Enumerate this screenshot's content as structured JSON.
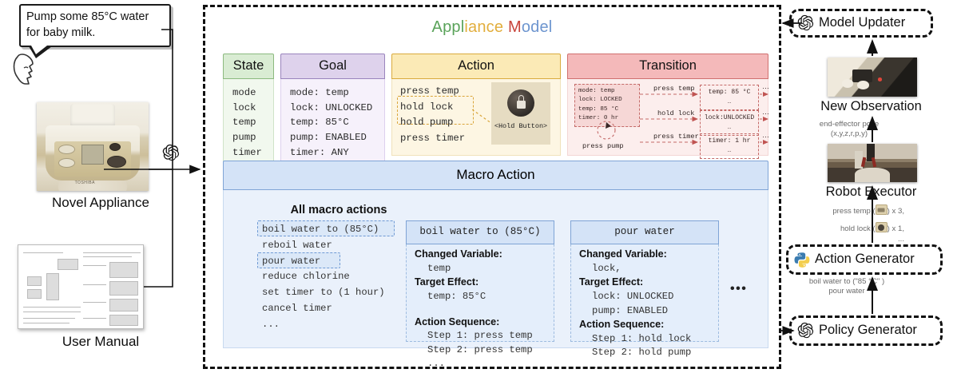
{
  "left": {
    "speech_bubble": "Pump some 85°C water for baby milk.",
    "appliance_caption": "Novel Appliance",
    "manual_caption": "User Manual",
    "appliance_brand": "TOSHIBA"
  },
  "center": {
    "title_parts": {
      "p1": "Appl",
      "p2": "iance",
      "p3": " M",
      "p4": "odel"
    },
    "title_colors": {
      "green": "#5aa35a",
      "yellow": "#e2ae3d",
      "red": "#c8453c",
      "blue": "#6d95cf"
    },
    "state": {
      "header": "State",
      "items": [
        "mode",
        "lock",
        "temp",
        "pump",
        "timer"
      ]
    },
    "goal": {
      "header": "Goal",
      "items": [
        "mode: temp",
        "lock: UNLOCKED",
        "temp: 85°C",
        "pump: ENABLED",
        "timer: ANY"
      ]
    },
    "action": {
      "header": "Action",
      "items": [
        "press temp",
        "hold lock",
        "hold pump",
        "press timer"
      ],
      "thumb_label": "<Hold Button>"
    },
    "transition": {
      "header": "Transition",
      "pre_state": [
        "mode: temp",
        "lock: LOCKED",
        "temp: 85 °C",
        "timer: 0 hr"
      ],
      "self_loop_label": "press pump",
      "edges": [
        {
          "label": "press temp",
          "post": "temp: 85 °C"
        },
        {
          "label": "hold lock",
          "post": "lock:UNLOCKED"
        },
        {
          "label": "press timer",
          "post": "timer: 1 hr"
        }
      ],
      "post_ellipsis": "…",
      "trailing_dots": "…"
    },
    "macro": {
      "header": "Macro Action",
      "all_title": "All macro actions",
      "all_items": [
        "boil water to (85°C)",
        "reboil water",
        "pour water",
        "reduce chlorine",
        "set timer to (1 hour)",
        "cancel timer",
        "..."
      ],
      "ellipsis": "•••",
      "columns": [
        {
          "title": "boil water to (85°C)",
          "changed_variable_label": "Changed Variable:",
          "changed_variable": "temp",
          "target_effect_label": "Target Effect:",
          "target_effects": [
            "temp: 85°C"
          ],
          "action_sequence_label": "Action Sequence:",
          "steps": [
            "Step 1: press temp",
            "Step 2: press temp",
            "..."
          ]
        },
        {
          "title": "pour water",
          "changed_variable_label": "Changed Variable:",
          "changed_variable": "lock,",
          "target_effect_label": "Target Effect:",
          "target_effects": [
            "lock: UNLOCKED",
            "pump: ENABLED"
          ],
          "action_sequence_label": "Action Sequence:",
          "steps": [
            "Step 1: hold lock",
            "Step 2: hold pump",
            "..."
          ]
        }
      ]
    }
  },
  "right": {
    "model_updater": "Model Updater",
    "new_observation": "New Observation",
    "end_effector_note_1": "end-effector pose",
    "end_effector_note_2": "(x,y,z,r,p,y)",
    "robot_executor": "Robot Executor",
    "action_note_1": "press temp (",
    "action_note_1b": ") x 3,",
    "action_note_2": "hold lock (",
    "action_note_2b": ") x 1,",
    "action_note_3": "...",
    "action_generator": "Action Generator",
    "policy_note_1": "boil water to (\"85 °C\" )",
    "policy_note_2": "pour water",
    "policy_generator": "Policy Generator"
  }
}
